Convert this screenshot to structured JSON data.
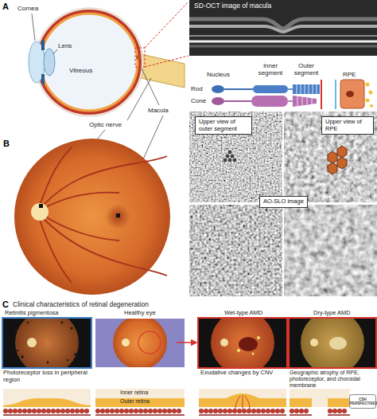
{
  "diagram": {
    "nodes": [
      {
        "text": [
          "Upper view of outer segment"
        ]
      },
      {
        "text": [
          "Upper view of RPE"
        ]
      },
      {
        "text": [
          "AO-SLO image"
        ]
      }
    ],
    "labels": [
      "A",
      "Cornea",
      "Lens",
      "Vitreous",
      "Optic nerve",
      "Macula",
      "SD-OCT image of macula",
      "Nucleus",
      "Inner segment",
      "Outer segment",
      "RPE",
      "Rod",
      "Cone",
      "B",
      "C",
      "Clinical characteristics of retinal degeneration",
      "Retinitis pigmentosa",
      "Healthy eye",
      "Wet-type AMD",
      "Dry-type AMD",
      "Photoreceptor loss in peripheral region",
      "Inner retina",
      "Outer retina",
      "Exudative changes by CNV",
      "Geographic atrophy of RPE, photoreceptor, and choroidal membrane",
      "CSH PERSPECTIVES"
    ]
  }
}
